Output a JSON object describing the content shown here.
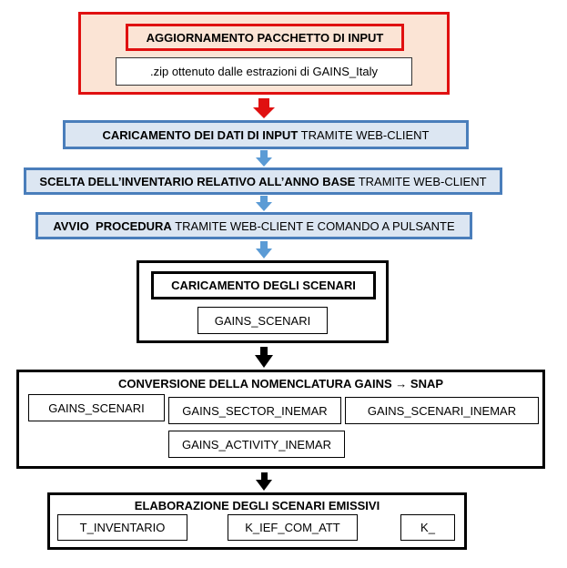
{
  "top": {
    "title": "AGGIORNAMENTO PACCHETTO DI INPUT",
    "subtitle": ".zip ottenuto  dalle estrazioni di GAINS_Italy"
  },
  "steps": [
    {
      "bold": "CARICAMENTO DEI DATI DI INPUT",
      "normal": " TRAMITE WEB-CLIENT"
    },
    {
      "bold": "SCELTA DELL’INVENTARIO RELATIVO ALL’ANNO BASE",
      "normal": " TRAMITE WEB-CLIENT"
    },
    {
      "bold": "AVVIO  PROCEDURA",
      "normal": " TRAMITE WEB-CLIENT E COMANDO A PULSANTE"
    }
  ],
  "scenarios": {
    "title": "CARICAMENTO DEGLI SCENARI",
    "item": "GAINS_SCENARI"
  },
  "conversion": {
    "title_prefix": "CONVERSIONE DELLA NOMENCLATURA GAINS ",
    "title_arrow": "→",
    "title_suffix": " SNAP",
    "items": [
      "GAINS_SCENARI",
      "GAINS_SECTOR_INEMAR",
      "GAINS_SCENARI_INEMAR",
      "GAINS_ACTIVITY_INEMAR"
    ]
  },
  "elaboration": {
    "title": "ELABORAZIONE DEGLI SCENARI EMISSIVI",
    "items": [
      "T_INVENTARIO",
      "K_IEF_COM_ATT",
      "K_"
    ]
  },
  "colors": {
    "red": "#e01010",
    "peach": "#fbe4d5",
    "blue_border": "#4a7ebb",
    "blue_fill": "#dce6f2",
    "blue_arrow": "#5b9bd5",
    "black": "#000000"
  }
}
